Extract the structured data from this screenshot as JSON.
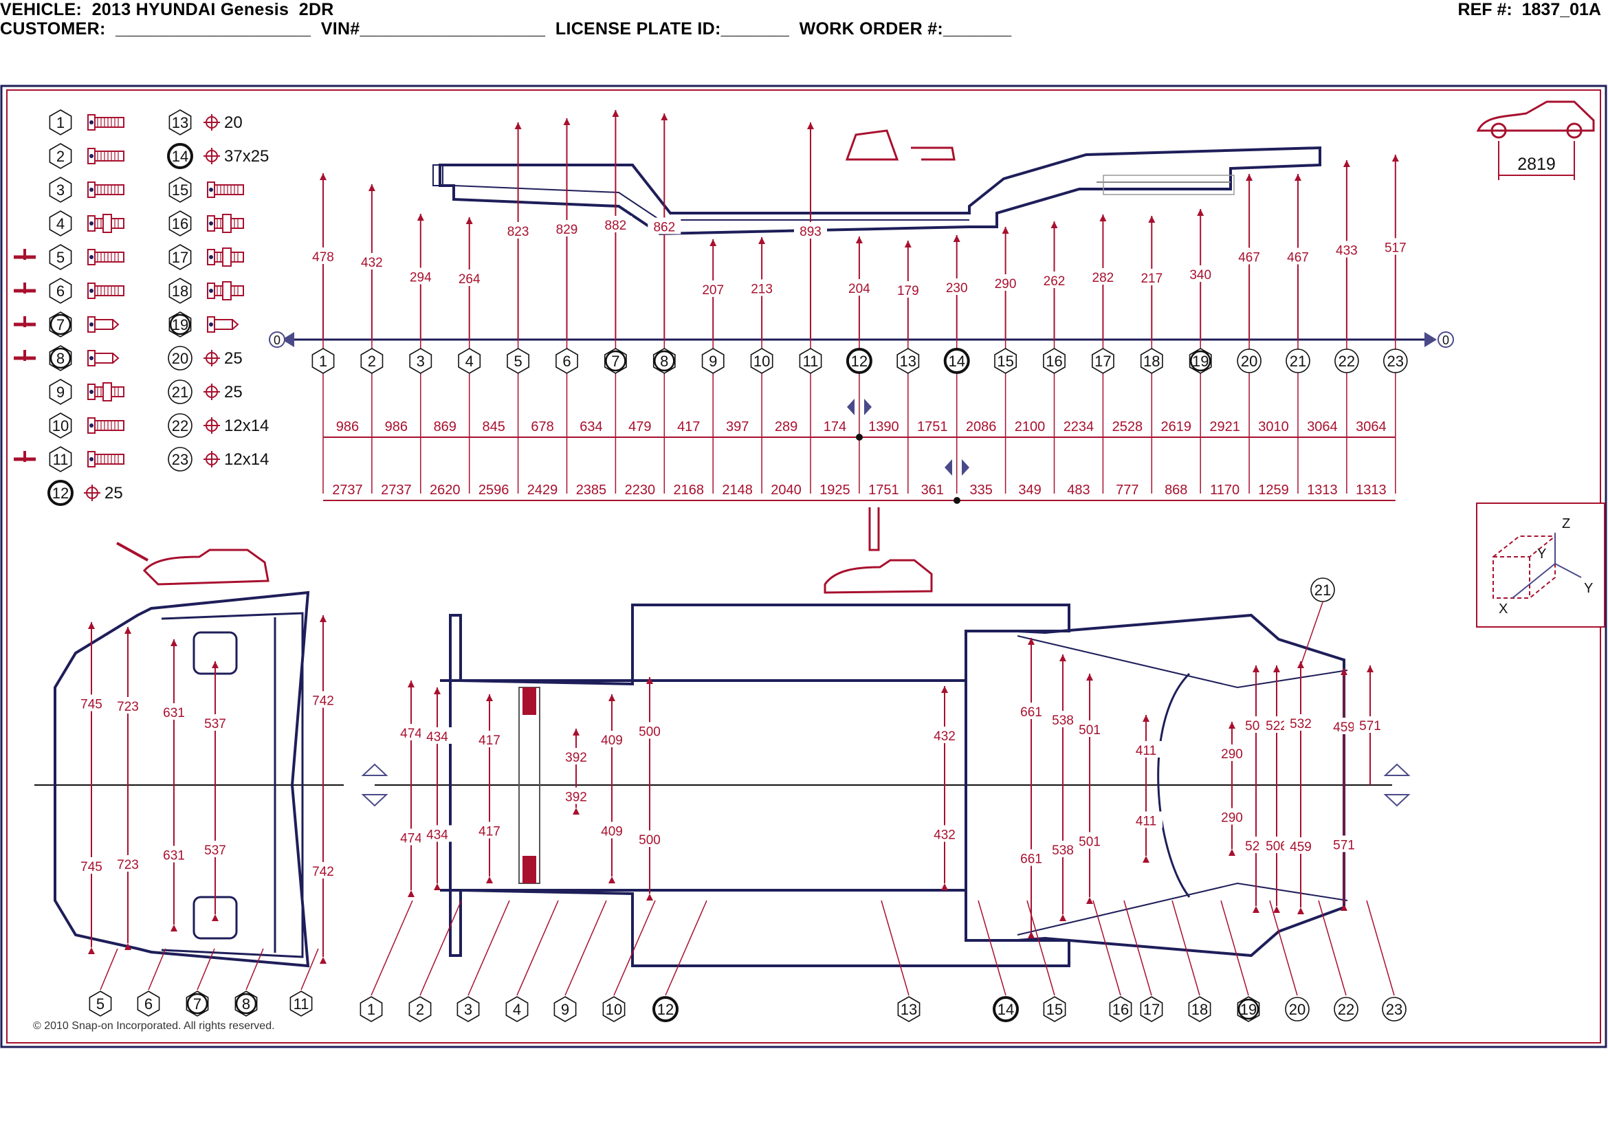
{
  "header": {
    "vehicle_label": "VEHICLE:",
    "vehicle_value": "2013 HYUNDAI Genesis  2DR",
    "customer_label": "CUSTOMER:",
    "customer_blank": "____________________",
    "vin_label": "VIN#",
    "vin_blank": "___________________",
    "plate_label": "LICENSE PLATE ID:",
    "plate_blank": "_______",
    "work_order_label": "WORK ORDER #:",
    "work_order_blank": "_______",
    "ref_label": "REF #:",
    "ref_value": "1837_01A"
  },
  "legend": {
    "items": [
      {
        "n": "1",
        "type": "bolt"
      },
      {
        "n": "2",
        "type": "bolt"
      },
      {
        "n": "3",
        "type": "bolt"
      },
      {
        "n": "4",
        "type": "nutbolt"
      },
      {
        "n": "5",
        "type": "bolt"
      },
      {
        "n": "6",
        "type": "bolt"
      },
      {
        "n": "7",
        "type": "short"
      },
      {
        "n": "8",
        "type": "short"
      },
      {
        "n": "9",
        "type": "nutbolt"
      },
      {
        "n": "10",
        "type": "bolt"
      },
      {
        "n": "11",
        "type": "bolt"
      },
      {
        "n": "12",
        "type": "hole",
        "label": "25"
      },
      {
        "n": "13",
        "type": "hole",
        "label": "20"
      },
      {
        "n": "14",
        "type": "hole",
        "label": "37x25"
      },
      {
        "n": "15",
        "type": "bolt"
      },
      {
        "n": "16",
        "type": "nutbolt"
      },
      {
        "n": "17",
        "type": "nutbolt"
      },
      {
        "n": "18",
        "type": "nutbolt"
      },
      {
        "n": "19",
        "type": "short"
      },
      {
        "n": "20",
        "type": "hole",
        "label": "25"
      },
      {
        "n": "21",
        "type": "hole",
        "label": "25"
      },
      {
        "n": "22",
        "type": "hole",
        "label": "12x14"
      },
      {
        "n": "23",
        "type": "hole",
        "label": "12x14"
      }
    ]
  },
  "side_view": {
    "datum_label": "0",
    "point_numbers": [
      "1",
      "2",
      "3",
      "4",
      "5",
      "6",
      "7",
      "8",
      "9",
      "10",
      "11",
      "12",
      "13",
      "14",
      "15",
      "16",
      "17",
      "18",
      "19",
      "20",
      "21",
      "22",
      "23"
    ],
    "heights": [
      "478",
      "432",
      "294",
      "264",
      "823",
      "829",
      "882",
      "862",
      "207",
      "213",
      "893",
      "204",
      "179",
      "230",
      "290",
      "262",
      "282",
      "217",
      "340",
      "467",
      "467",
      "433",
      "517"
    ],
    "upper_lengths": [
      "986",
      "986",
      "869",
      "845",
      "678",
      "634",
      "479",
      "417",
      "397",
      "289",
      "174",
      "1390",
      "1751",
      "2086",
      "2100",
      "2234",
      "2528",
      "2619",
      "2921",
      "3010",
      "3064",
      "3064"
    ],
    "lower_lengths": [
      "2737",
      "2737",
      "2620",
      "2596",
      "2429",
      "2385",
      "2230",
      "2168",
      "2148",
      "2040",
      "1925",
      "1751",
      "361",
      "335",
      "349",
      "483",
      "777",
      "868",
      "1170",
      "1259",
      "1313",
      "1313"
    ]
  },
  "ref_car": {
    "wheelbase": "2819"
  },
  "axes": {
    "z": "Z",
    "y1": "Y",
    "y2": "Y",
    "x": "X"
  },
  "front_view": {
    "dims_top": [
      "745",
      "723",
      "631",
      "537",
      "742"
    ],
    "dims_bottom": [
      "745",
      "723",
      "631",
      "537",
      "742"
    ],
    "labels": [
      "5",
      "6",
      "7",
      "8",
      "11"
    ]
  },
  "plan_view": {
    "dims_top": [
      "474",
      "434",
      "417",
      "392",
      "409",
      "500",
      "432",
      "661",
      "538",
      "501",
      "411",
      "290",
      "506",
      "522",
      "532",
      "459",
      "571"
    ],
    "dims_bottom": [
      "474",
      "434",
      "417",
      "392",
      "409",
      "500",
      "432",
      "661",
      "538",
      "501",
      "411",
      "290",
      "522",
      "506",
      "459",
      "571"
    ],
    "labels_bottom": [
      "1",
      "2",
      "3",
      "4",
      "9",
      "10",
      "12",
      "13",
      "14",
      "15",
      "16",
      "17",
      "18",
      "19",
      "20",
      "22",
      "23"
    ],
    "label_21": "21"
  },
  "copyright": "© 2010 Snap-on Incorporated.  All rights reserved.",
  "colors": {
    "frame": "#1e1e5a",
    "dim": "#a8102e",
    "border": "#1e1e5a"
  }
}
